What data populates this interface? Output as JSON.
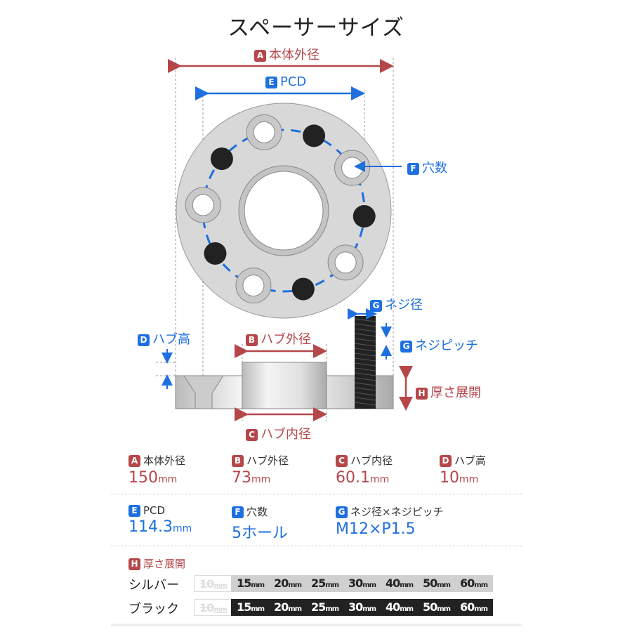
{
  "title": "スペーサーサイズ",
  "diagram": {
    "A": {
      "letter": "A",
      "label": "本体外径"
    },
    "E": {
      "letter": "E",
      "label": "PCD"
    },
    "F": {
      "letter": "F",
      "label": "穴数"
    },
    "G1": {
      "letter": "G",
      "label": "ネジ径"
    },
    "G2": {
      "letter": "G",
      "label": "ネジピッチ"
    },
    "D": {
      "letter": "D",
      "label": "ハブ高"
    },
    "B": {
      "letter": "B",
      "label": "ハブ外径"
    },
    "C": {
      "letter": "C",
      "label": "ハブ内径"
    },
    "H": {
      "letter": "H",
      "label": "厚さ展開"
    }
  },
  "specs": [
    {
      "letter": "A",
      "label": "本体外径",
      "value": "150",
      "unit": "mm"
    },
    {
      "letter": "B",
      "label": "ハブ外径",
      "value": "73",
      "unit": "mm"
    },
    {
      "letter": "C",
      "label": "ハブ内径",
      "value": "60.1",
      "unit": "mm"
    },
    {
      "letter": "D",
      "label": "ハブ高",
      "value": "10",
      "unit": "mm"
    },
    {
      "letter": "E",
      "label": "PCD",
      "value": "114.3",
      "unit": "mm"
    },
    {
      "letter": "F",
      "label": "穴数",
      "value": "5ホール",
      "unit": ""
    },
    {
      "letter": "G",
      "label": "ネジ径×ネジピッチ",
      "value": "M12×P1.5",
      "unit": ""
    }
  ],
  "thickness": {
    "letter": "H",
    "label": "厚さ展開",
    "rows": [
      {
        "name": "シルバー",
        "sizes": [
          {
            "v": "10",
            "u": "mm",
            "available": false
          },
          {
            "v": "15",
            "u": "mm",
            "available": true
          },
          {
            "v": "20",
            "u": "mm",
            "available": true
          },
          {
            "v": "25",
            "u": "mm",
            "available": true
          },
          {
            "v": "30",
            "u": "mm",
            "available": true
          },
          {
            "v": "40",
            "u": "mm",
            "available": true
          },
          {
            "v": "50",
            "u": "mm",
            "available": true
          },
          {
            "v": "60",
            "u": "mm",
            "available": true
          }
        ]
      },
      {
        "name": "ブラック",
        "sizes": [
          {
            "v": "10",
            "u": "mm",
            "available": false
          },
          {
            "v": "15",
            "u": "mm",
            "available": true
          },
          {
            "v": "20",
            "u": "mm",
            "available": true
          },
          {
            "v": "25",
            "u": "mm",
            "available": true
          },
          {
            "v": "30",
            "u": "mm",
            "available": true
          },
          {
            "v": "40",
            "u": "mm",
            "available": true
          },
          {
            "v": "50",
            "u": "mm",
            "available": true
          },
          {
            "v": "60",
            "u": "mm",
            "available": true
          }
        ]
      }
    ]
  },
  "colors": {
    "red": "#b5474a",
    "blue": "#1e6fe0"
  }
}
